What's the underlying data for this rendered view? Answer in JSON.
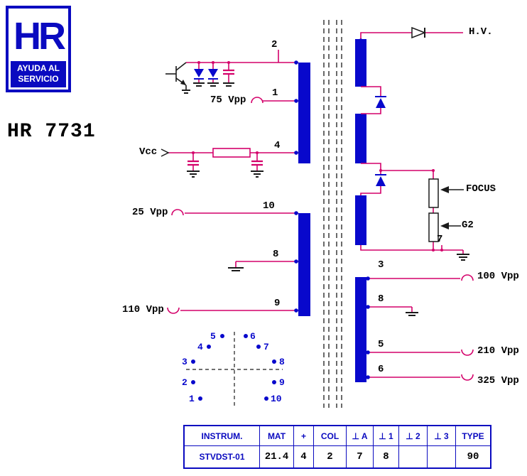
{
  "logo": {
    "text": "HR",
    "subtitle1": "AYUDA AL",
    "subtitle2": "SERVICIO"
  },
  "title": "HR 7731",
  "colors": {
    "wire_magenta": "#d4006a",
    "component_blue": "#0808cc",
    "brand_blue": "#0a0ac0",
    "text_black": "#000000"
  },
  "icons": [
    "waveform-positive-icon",
    "waveform-negative-icon",
    "ground-icon",
    "diode-icon",
    "hv-diode-icon",
    "transistor-icon",
    "focus-arrow-icon",
    "g2-arrow-icon",
    "vcc-arrow-icon"
  ],
  "schematic": {
    "left": {
      "pin2": "2",
      "pin1": "1",
      "pin4": "4",
      "pin10": "10",
      "pin8": "8",
      "pin9": "9",
      "vcc": "Vcc",
      "v75": "75 Vpp",
      "v25": "25 Vpp",
      "v110": "110 Vpp"
    },
    "right": {
      "hv": "H.V.",
      "focus": "FOCUS",
      "g2": "G2",
      "pin7": "7",
      "pin3": "3",
      "pin8": "8",
      "pin5": "5",
      "pin6": "6",
      "v100": "100 Vpp",
      "v210": "210 Vpp",
      "v325": "325 Vpp"
    }
  },
  "pin_diagram": {
    "pins": [
      "1",
      "2",
      "3",
      "4",
      "5",
      "6",
      "7",
      "8",
      "9",
      "10"
    ]
  },
  "table": {
    "headers": [
      "INSTRUM.",
      "MAT",
      "+",
      "COL",
      "⊥ A",
      "⊥ 1",
      "⊥ 2",
      "⊥ 3",
      "TYPE"
    ],
    "values": [
      "STVDST-01",
      "21.4",
      "4",
      "2",
      "7",
      "8",
      "",
      "",
      "90"
    ]
  }
}
